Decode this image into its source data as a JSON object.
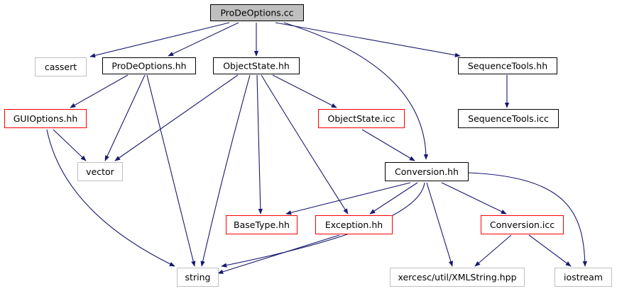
{
  "colors": {
    "edge": "#191970",
    "root_fill": "#bfbfbf",
    "root_border": "#000000",
    "documented_border": "#000000",
    "incomplete_border": "#ff0000",
    "external_border": "#bfbfbf",
    "external_text": "#000000"
  },
  "nodes": [
    {
      "id": "prodeoptions-cc",
      "label": "ProDeOptions.cc",
      "kind": "root"
    },
    {
      "id": "cassert",
      "label": "cassert",
      "kind": "external"
    },
    {
      "id": "prodeoptions-hh",
      "label": "ProDeOptions.hh",
      "kind": "documented"
    },
    {
      "id": "objectstate-hh",
      "label": "ObjectState.hh",
      "kind": "documented"
    },
    {
      "id": "sequencetools-hh",
      "label": "SequenceTools.hh",
      "kind": "documented"
    },
    {
      "id": "guioptions-hh",
      "label": "GUIOptions.hh",
      "kind": "incomplete"
    },
    {
      "id": "objectstate-icc",
      "label": "ObjectState.icc",
      "kind": "incomplete"
    },
    {
      "id": "sequencetools-icc",
      "label": "SequenceTools.icc",
      "kind": "documented"
    },
    {
      "id": "vector",
      "label": "vector",
      "kind": "external"
    },
    {
      "id": "conversion-hh",
      "label": "Conversion.hh",
      "kind": "documented"
    },
    {
      "id": "basetype-hh",
      "label": "BaseType.hh",
      "kind": "incomplete"
    },
    {
      "id": "exception-hh",
      "label": "Exception.hh",
      "kind": "incomplete"
    },
    {
      "id": "conversion-icc",
      "label": "Conversion.icc",
      "kind": "incomplete"
    },
    {
      "id": "string",
      "label": "string",
      "kind": "external"
    },
    {
      "id": "xmlstring-hpp",
      "label": "xercesc/util/XMLString.hpp",
      "kind": "external"
    },
    {
      "id": "iostream",
      "label": "iostream",
      "kind": "external"
    }
  ],
  "edges": [
    {
      "from": "prodeoptions-cc",
      "to": "cassert"
    },
    {
      "from": "prodeoptions-cc",
      "to": "prodeoptions-hh"
    },
    {
      "from": "prodeoptions-cc",
      "to": "objectstate-hh"
    },
    {
      "from": "prodeoptions-cc",
      "to": "sequencetools-hh"
    },
    {
      "from": "prodeoptions-cc",
      "to": "conversion-hh"
    },
    {
      "from": "prodeoptions-hh",
      "to": "guioptions-hh"
    },
    {
      "from": "prodeoptions-hh",
      "to": "vector"
    },
    {
      "from": "prodeoptions-hh",
      "to": "string"
    },
    {
      "from": "guioptions-hh",
      "to": "vector"
    },
    {
      "from": "guioptions-hh",
      "to": "string"
    },
    {
      "from": "objectstate-hh",
      "to": "vector"
    },
    {
      "from": "objectstate-hh",
      "to": "string"
    },
    {
      "from": "objectstate-hh",
      "to": "objectstate-icc"
    },
    {
      "from": "objectstate-hh",
      "to": "basetype-hh"
    },
    {
      "from": "objectstate-hh",
      "to": "exception-hh"
    },
    {
      "from": "objectstate-icc",
      "to": "conversion-hh"
    },
    {
      "from": "sequencetools-hh",
      "to": "sequencetools-icc"
    },
    {
      "from": "conversion-hh",
      "to": "basetype-hh"
    },
    {
      "from": "conversion-hh",
      "to": "exception-hh"
    },
    {
      "from": "conversion-hh",
      "to": "string"
    },
    {
      "from": "conversion-hh",
      "to": "xmlstring-hpp"
    },
    {
      "from": "conversion-hh",
      "to": "conversion-icc"
    },
    {
      "from": "conversion-hh",
      "to": "iostream"
    },
    {
      "from": "exception-hh",
      "to": "string"
    },
    {
      "from": "conversion-icc",
      "to": "xmlstring-hpp"
    },
    {
      "from": "conversion-icc",
      "to": "iostream"
    }
  ]
}
